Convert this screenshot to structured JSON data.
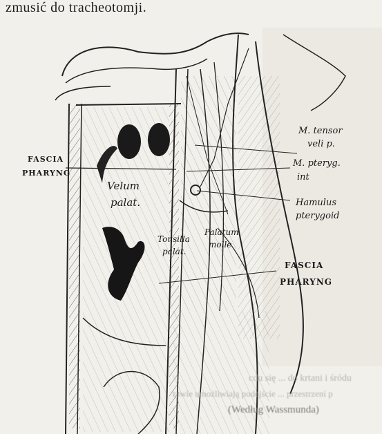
{
  "page": {
    "top_text": "zmusić do tracheotomji."
  },
  "figure": {
    "labels": {
      "fascia_pharyng_left_1": "FASCIA",
      "fascia_pharyng_left_2": "PHARYNG",
      "velum_1": "Velum",
      "velum_2": "palat.",
      "tensor_1": "M. tensor",
      "tensor_2": "veli p.",
      "pteryg_1": "M. pteryg.",
      "pteryg_2": "int",
      "hamulus_1": "Hamulus",
      "hamulus_2": "pterygoid",
      "palatum_1": "Palatum",
      "palatum_2": "molle",
      "tonsilla_1": "Tonsilla",
      "tonsilla_2": "palat.",
      "fascia_right_1": "FASCIA",
      "fascia_right_2": "PHARYNG"
    },
    "caption": "(Według Wassmunda)"
  },
  "bleed_through": {
    "line1": "cdu się ... do krtani i śródu",
    "line2": "rawie umożliwiają podejście ... przestrzeni p"
  }
}
